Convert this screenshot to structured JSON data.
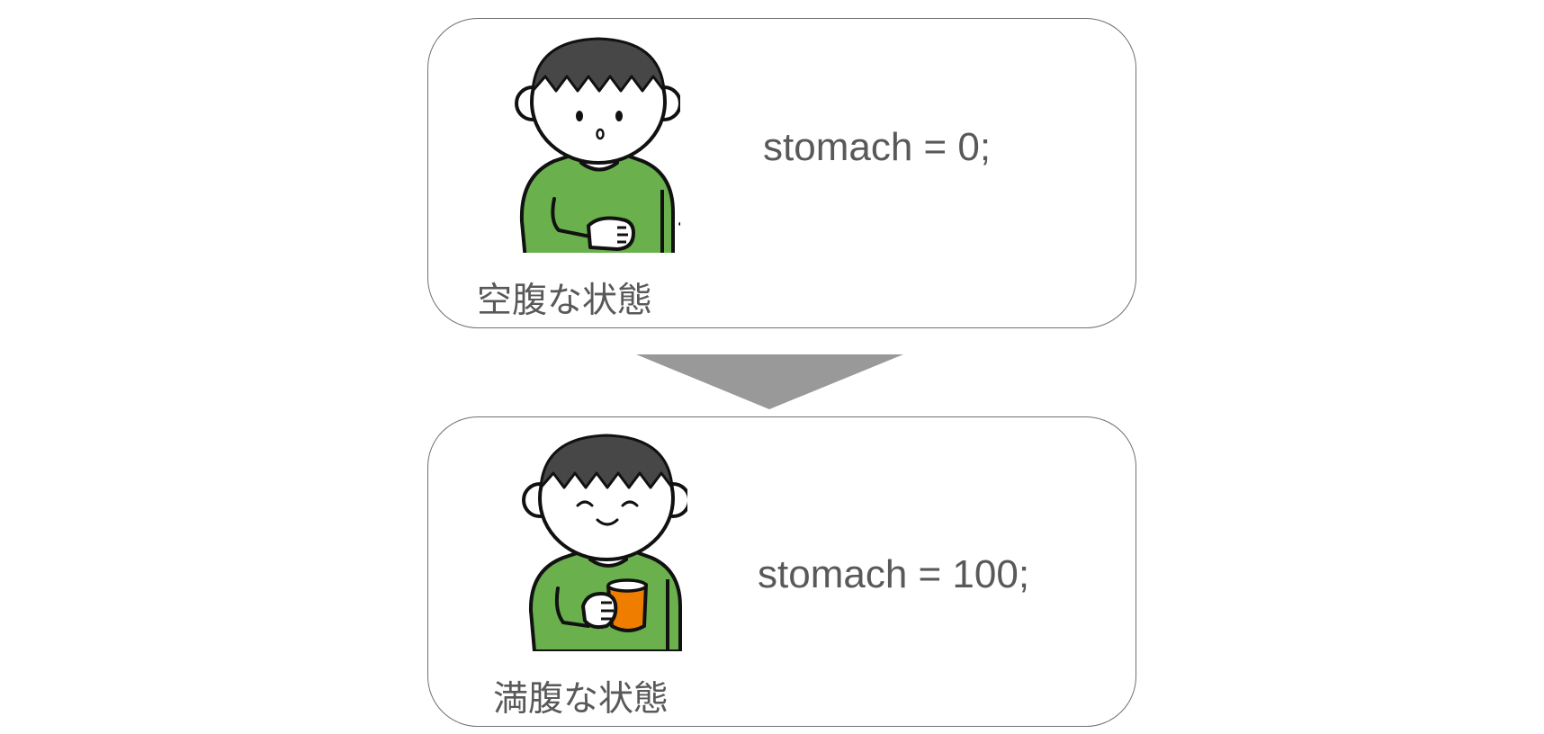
{
  "states": [
    {
      "code": "stomach = 0;",
      "caption": "空腹な状態",
      "icon": "hungry-boy-icon"
    },
    {
      "code": "stomach = 100;",
      "caption": "満腹な状態",
      "icon": "full-boy-icon"
    }
  ],
  "arrow": {
    "icon": "down-triangle-arrow-icon",
    "color": "#999999"
  },
  "colors": {
    "shirt": "#6ab04c",
    "hair": "#474747",
    "cup": "#ee7d00",
    "outline": "#111111",
    "text": "#595959",
    "border": "#707070"
  }
}
